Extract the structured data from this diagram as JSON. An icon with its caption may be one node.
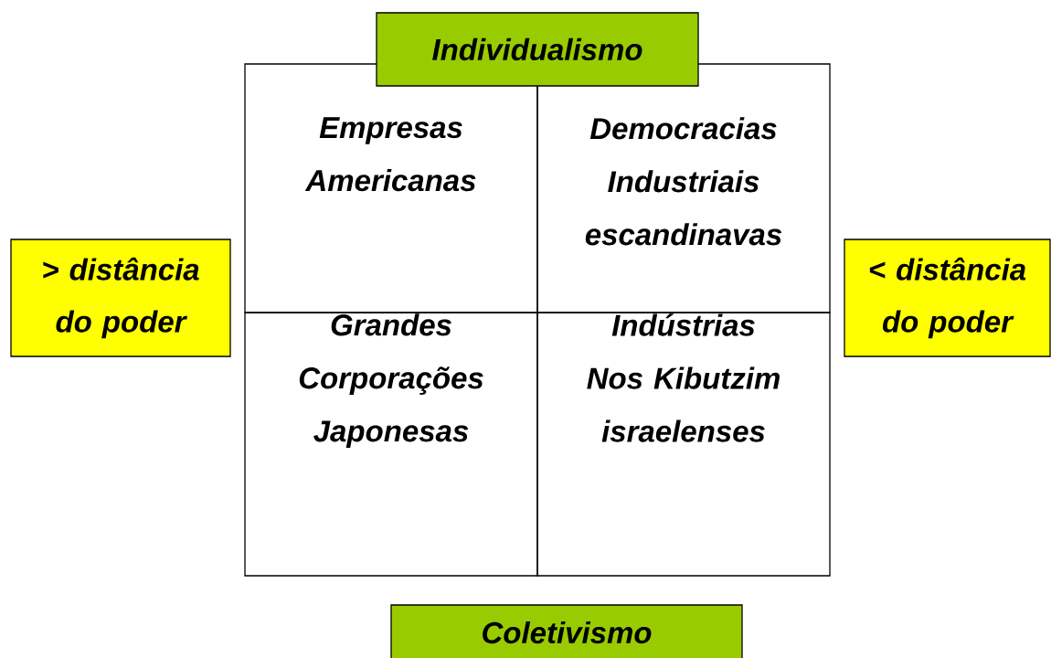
{
  "diagram": {
    "nodes": [
      {
        "text": [
          "Individualismo"
        ]
      },
      {
        "text": [
          "Empresas Americanas"
        ]
      },
      {
        "text": [
          "Democracias Industriais escandinavas"
        ]
      },
      {
        "text": [
          "> distância do poder"
        ]
      },
      {
        "text": [
          "< distância do poder"
        ]
      },
      {
        "text": [
          "Grandes Corporações Japonesas"
        ]
      },
      {
        "text": [
          "Indústrias Nos Kibutzim israelenses"
        ]
      },
      {
        "text": [
          "Coletivismo"
        ]
      }
    ],
    "edges": []
  }
}
